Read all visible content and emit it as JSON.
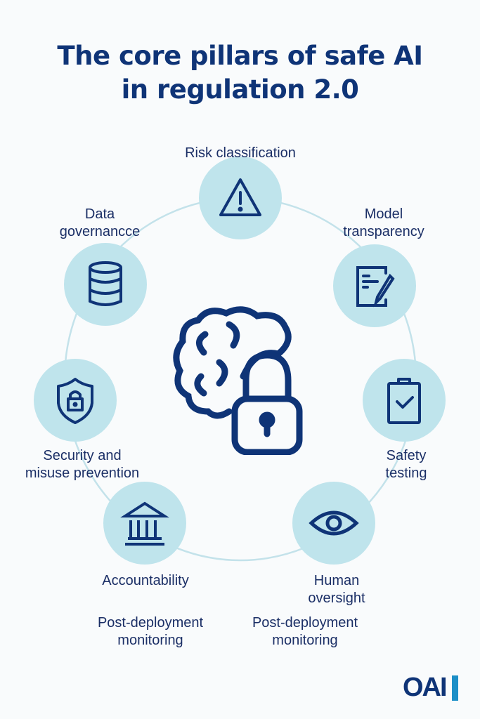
{
  "title_line1": "The core pillars of safe AI",
  "title_line2": "in regulation 2.0",
  "colors": {
    "navy": "#0f3477",
    "circle": "#bfe4ec",
    "ring": "#c3e2ea",
    "logo_bar": "#1c8fc7"
  },
  "center_icon": "brain-lock-icon",
  "pillars": [
    {
      "label_lines": [
        "Risk classification"
      ],
      "icon": "warning-triangle-icon"
    },
    {
      "label_lines": [
        "Data",
        "governancce"
      ],
      "icon": "database-icon"
    },
    {
      "label_lines": [
        "Model",
        "transparency"
      ],
      "icon": "document-pen-icon"
    },
    {
      "label_lines": [
        "Security and",
        "misuse prevention"
      ],
      "icon": "shield-lock-icon"
    },
    {
      "label_lines": [
        "Safety",
        "testing"
      ],
      "icon": "clipboard-check-icon"
    },
    {
      "label_lines": [
        "Accountability"
      ],
      "icon": "institution-icon"
    },
    {
      "label_lines": [
        "Human",
        "oversight"
      ],
      "icon": "eye-icon"
    }
  ],
  "extra_labels": [
    {
      "label_lines": [
        "Post-deployment",
        "monitoring"
      ]
    },
    {
      "label_lines": [
        "Post-deployment",
        "monitoring"
      ]
    }
  ],
  "logo": "OAI"
}
